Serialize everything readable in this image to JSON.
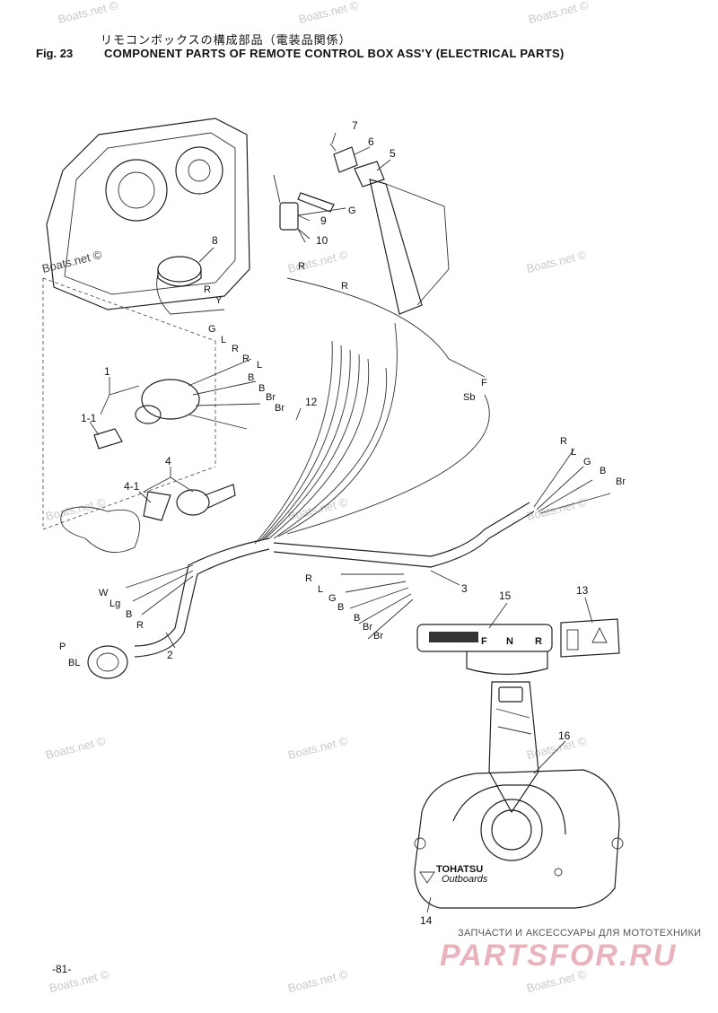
{
  "header": {
    "jp_title": "リモコンボックスの構成部品（電装品関係）",
    "fig_label": "Fig. 23",
    "fig_title": "COMPONENT PARTS OF REMOTE CONTROL BOX ASS'Y (ELECTRICAL PARTS)"
  },
  "watermark": "Boats.net ©",
  "callouts": {
    "c1": "1",
    "c1_1": "1-1",
    "c2": "2",
    "c3": "3",
    "c4": "4",
    "c4_1": "4-1",
    "c5": "5",
    "c6": "6",
    "c7": "7",
    "c8": "8",
    "c9": "9",
    "c10": "10",
    "c12": "12",
    "c13": "13",
    "c14": "14",
    "c15": "15",
    "c16": "16"
  },
  "wire_labels": {
    "w_g_top": "G",
    "w_r_top": "R",
    "w_r_mid": "R",
    "w_r_left": "R",
    "w_y_left": "Y",
    "w_g_a": "G",
    "w_l_a": "L",
    "w_r_a": "R",
    "w_r_b": "R",
    "w_l_b": "L",
    "w_b_a": "B",
    "w_b_b": "B",
    "w_br_a": "Br",
    "w_br_b": "Br",
    "w_f": "F",
    "w_sb": "Sb",
    "e_r": "R",
    "e_l": "L",
    "e_g": "G",
    "e_b": "B",
    "e_br": "Br",
    "h3_r": "R",
    "h3_l": "L",
    "h3_g": "G",
    "h3_b1": "B",
    "h3_b2": "B",
    "h3_br1": "Br",
    "h3_br2": "Br",
    "h2_w": "W",
    "h2_lg": "Lg",
    "h2_b": "B",
    "h2_r": "R",
    "h2_p": "P",
    "h2_bl": "BL"
  },
  "panel_text": {
    "n": "N",
    "f": "F",
    "r": "R",
    "brand": "TOHATSU",
    "brand_sub": "Outboards"
  },
  "footer": {
    "page_number": "-81-",
    "store_sub": "ЗАПЧАСТИ И АКСЕССУАРЫ ДЛЯ МОТОТЕХНИКИ",
    "store_main": "PARTSFOR.RU"
  },
  "colors": {
    "line": "#222222",
    "watermark": "#c9c9c9",
    "store_accent": "#e8b3bc"
  }
}
